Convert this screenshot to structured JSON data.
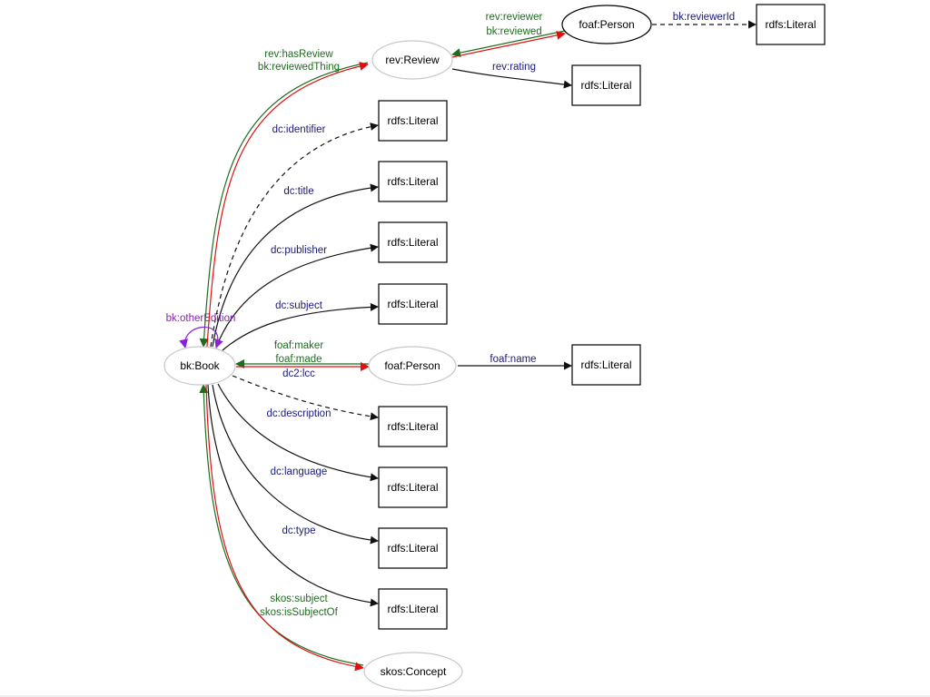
{
  "colors": {
    "node_gray": "#c8c8c8",
    "node_black": "#000000",
    "label_navy": "#1a1a7a",
    "label_green": "#1f6b1f",
    "label_purple": "#8a1fb5",
    "edge_black": "#111111",
    "edge_red": "#dd1111",
    "edge_green": "#1f6b1f",
    "edge_purple": "#8a1fd6"
  },
  "nodes": {
    "book": "bk:Book",
    "review": "rev:Review",
    "reviewer_person": "foaf:Person",
    "author_person": "foaf:Person",
    "concept": "skos:Concept",
    "literal_reviewer_id": "rdfs:Literal",
    "literal_rating": "rdfs:Literal",
    "literal_identifier": "rdfs:Literal",
    "literal_title": "rdfs:Literal",
    "literal_publisher": "rdfs:Literal",
    "literal_subject": "rdfs:Literal",
    "literal_name": "rdfs:Literal",
    "literal_description": "rdfs:Literal",
    "literal_language": "rdfs:Literal",
    "literal_type": "rdfs:Literal",
    "literal_lcc": "rdfs:Literal"
  },
  "edge_labels": {
    "has_review": "rev:hasReview",
    "reviewed_thing": "bk:reviewedThing",
    "reviewer": "rev:reviewer",
    "reviewed": "bk:reviewed",
    "reviewer_id": "bk:reviewerId",
    "rating": "rev:rating",
    "identifier": "dc:identifier",
    "title": "dc:title",
    "publisher": "dc:publisher",
    "subject": "dc:subject",
    "other_edition": "bk:otherEdition",
    "maker": "foaf:maker",
    "made": "foaf:made",
    "lcc": "dc2:lcc",
    "name": "foaf:name",
    "description": "dc:description",
    "language": "dc:language",
    "type": "dc:type",
    "skos_subject": "skos:subject",
    "is_subject_of": "skos:isSubjectOf"
  }
}
